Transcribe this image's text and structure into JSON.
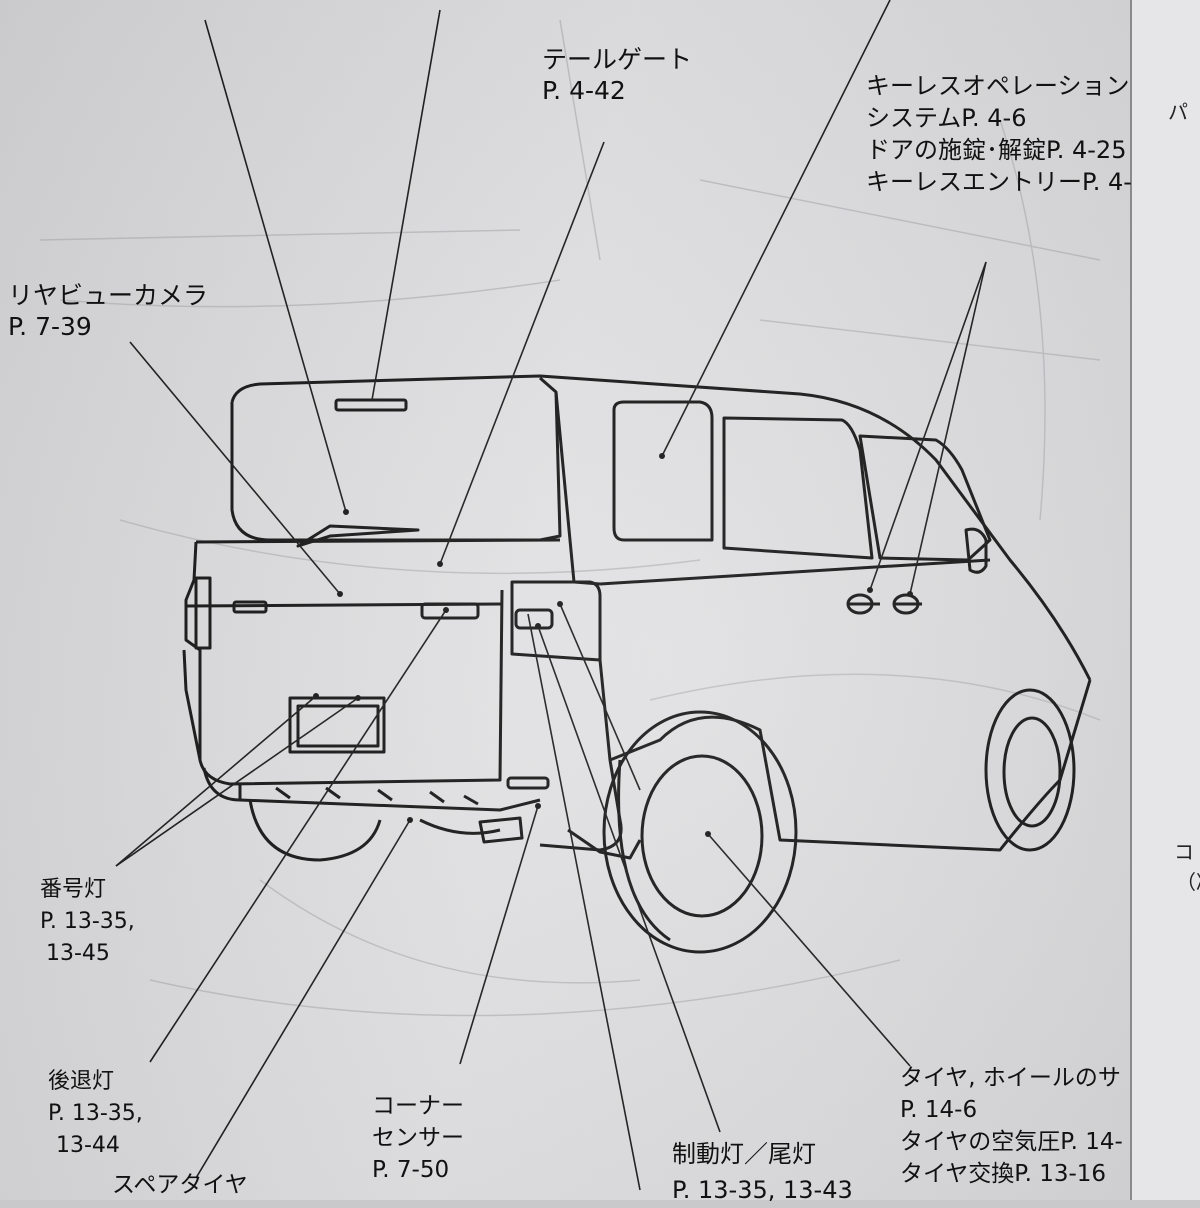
{
  "labels": {
    "tailgate": {
      "name": "テールゲート",
      "page": "P. 4-42"
    },
    "keyless": {
      "line1": "キーレスオペレーション",
      "line2": "システムP. 4-6",
      "line3": "ドアの施錠･解錠P. 4-25",
      "line4": "キーレスエントリーP. 4-"
    },
    "rear_camera": {
      "name": "リヤビューカメラ",
      "page": "P. 7-39"
    },
    "license_lamp": {
      "name": "番号灯",
      "page1": "P. 13-35,",
      "page2": "13-45"
    },
    "backup_lamp": {
      "name": "後退灯",
      "page1": "P. 13-35,",
      "page2": "13-44"
    },
    "spare_tire": {
      "name": "スペアタイヤ"
    },
    "corner_sensor": {
      "line1": "コーナー",
      "line2": "センサー",
      "page": "P. 7-50"
    },
    "brake_tail": {
      "name": "制動灯／尾灯",
      "page": "P. 13-35, 13-43"
    },
    "tire": {
      "name": "タイヤ, ホイールのサ",
      "page": "P. 14-6",
      "pressure": "タイヤの空気圧P. 14-",
      "change": "タイヤ交換P. 13-16"
    }
  },
  "right_page": {
    "top": "パ",
    "mid1": "コ",
    "mid2": "（冷"
  }
}
